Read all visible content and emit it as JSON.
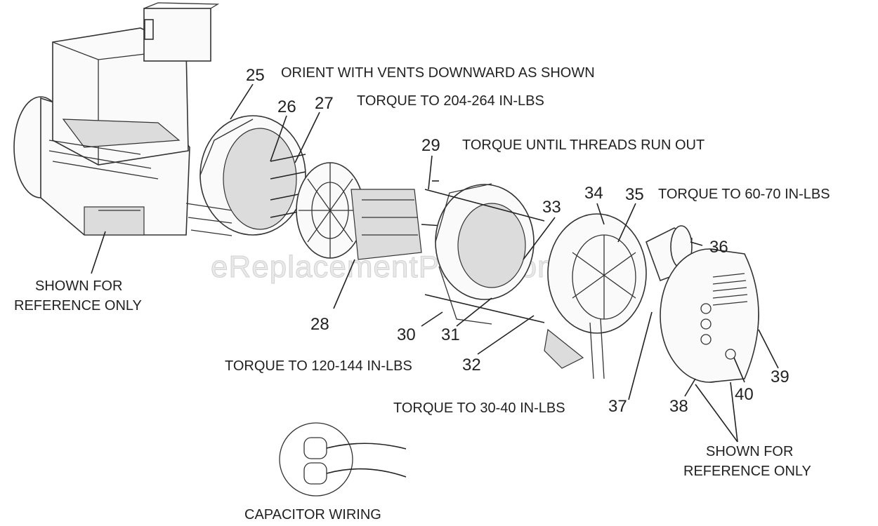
{
  "diagram": {
    "watermark": "eReplacementParts.com",
    "callouts": [
      "25",
      "26",
      "27",
      "28",
      "29",
      "30",
      "31",
      "32",
      "33",
      "34",
      "35",
      "36",
      "37",
      "38",
      "39",
      "40"
    ],
    "notes": {
      "orient": "ORIENT WITH VENTS DOWNWARD AS SHOWN",
      "torque_204": "TORQUE TO 204-264 IN-LBS",
      "torque_threads": "TORQUE UNTIL THREADS RUN OUT",
      "torque_60": "TORQUE TO 60-70 IN-LBS",
      "torque_120": "TORQUE TO 120-144 IN-LBS",
      "torque_30": "TORQUE TO 30-40 IN-LBS",
      "capacitor_wiring": "CAPACITOR WIRING"
    },
    "reference_left": [
      "SHOWN FOR",
      "REFERENCE ONLY"
    ],
    "reference_right": [
      "SHOWN FOR",
      "REFERENCE ONLY"
    ]
  }
}
